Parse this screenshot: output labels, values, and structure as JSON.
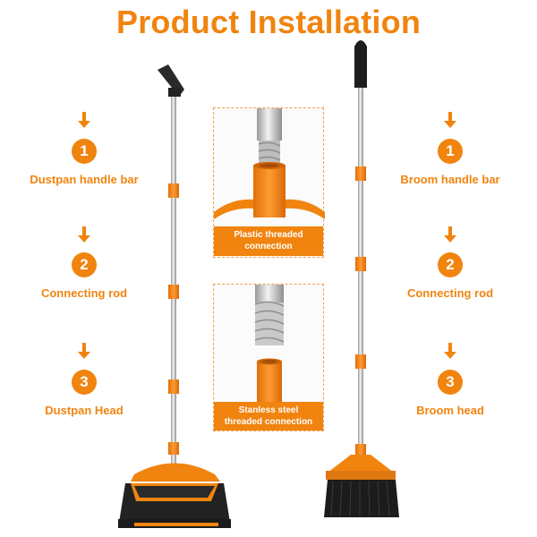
{
  "title": "Product Installation",
  "colors": {
    "accent": "#f0840f",
    "pole": "#c8c8c8",
    "dark": "#1a1a1a"
  },
  "left_steps": [
    {
      "number": "1",
      "label": "Dustpan handle bar"
    },
    {
      "number": "2",
      "label": "Connecting rod"
    },
    {
      "number": "3",
      "label": "Dustpan Head"
    }
  ],
  "right_steps": [
    {
      "number": "1",
      "label": "Broom handle bar"
    },
    {
      "number": "2",
      "label": "Connecting rod"
    },
    {
      "number": "3",
      "label": "Broom head"
    }
  ],
  "panels": [
    {
      "caption_line1": "Plastic threaded",
      "caption_line2": "connection"
    },
    {
      "caption_line1": "Stanless steel",
      "caption_line2": "threaded connection"
    }
  ]
}
